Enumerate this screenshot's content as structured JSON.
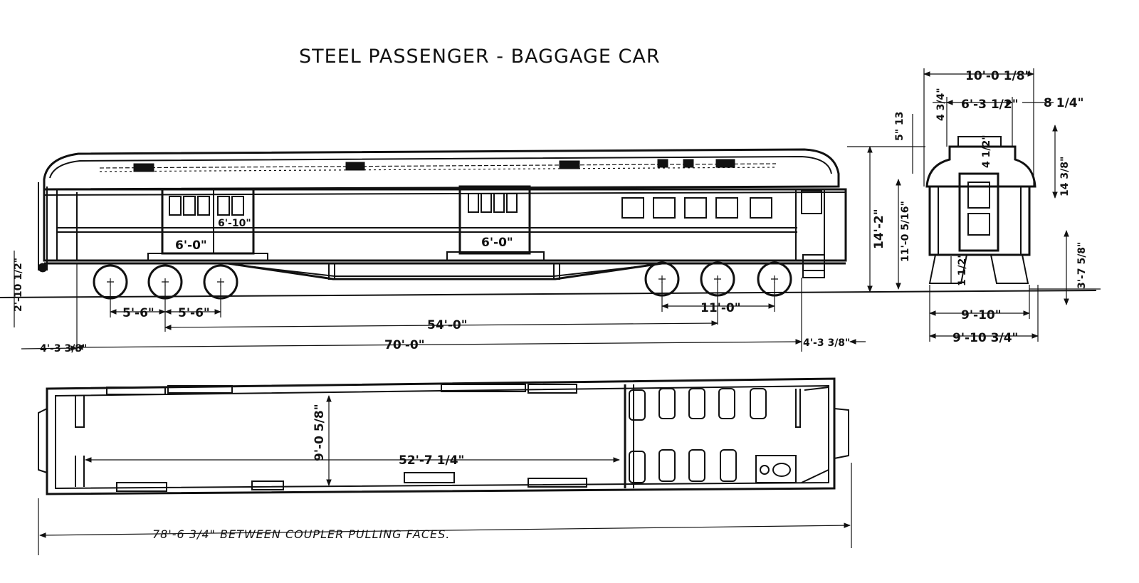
{
  "title": "STEEL PASSENGER - BAGGAGE CAR",
  "side_elevation": {
    "door_width_left": "6'-0\"",
    "door_width_right": "6'-0\"",
    "door_height_label": "6'-10\"",
    "height_over_roof": "14'-2\"",
    "height_floor_to_roof": "11'-0 5/16\"",
    "coupler_height": "2'-10 1/2\"",
    "wheelbase_left_1": "5'-6\"",
    "wheelbase_left_2": "5'-6\"",
    "wheelbase_right": "11'-0\"",
    "truck_centers": "54'-0\"",
    "length_over_body": "70'-0\"",
    "end_overhang_left": "4'-3 3/8\"",
    "end_overhang_right": "4'-3 3/8\""
  },
  "end_elevation": {
    "width_over_eaves": "10'-0 1/8\"",
    "clerestory_width": "6'-3 1/2\"",
    "dim_a": "4 3/4\"",
    "dim_b": "8 1/4\"",
    "dim_c": "5\" 13",
    "dim_d": "4 1/2\"",
    "clerestory_height": "14 3/8\"",
    "step_height": "3'-7 5/8\"",
    "dim_e": "1 1/2\"",
    "width_over_sills": "9'-10\"",
    "width_over_steps": "9'-10 3/4\""
  },
  "floor_plan": {
    "inside_width": "9'-0 5/8\"",
    "baggage_length": "52'-7 1/4\"",
    "overall_note": "78'-6 3/4\" BETWEEN COUPLER PULLING FACES."
  }
}
